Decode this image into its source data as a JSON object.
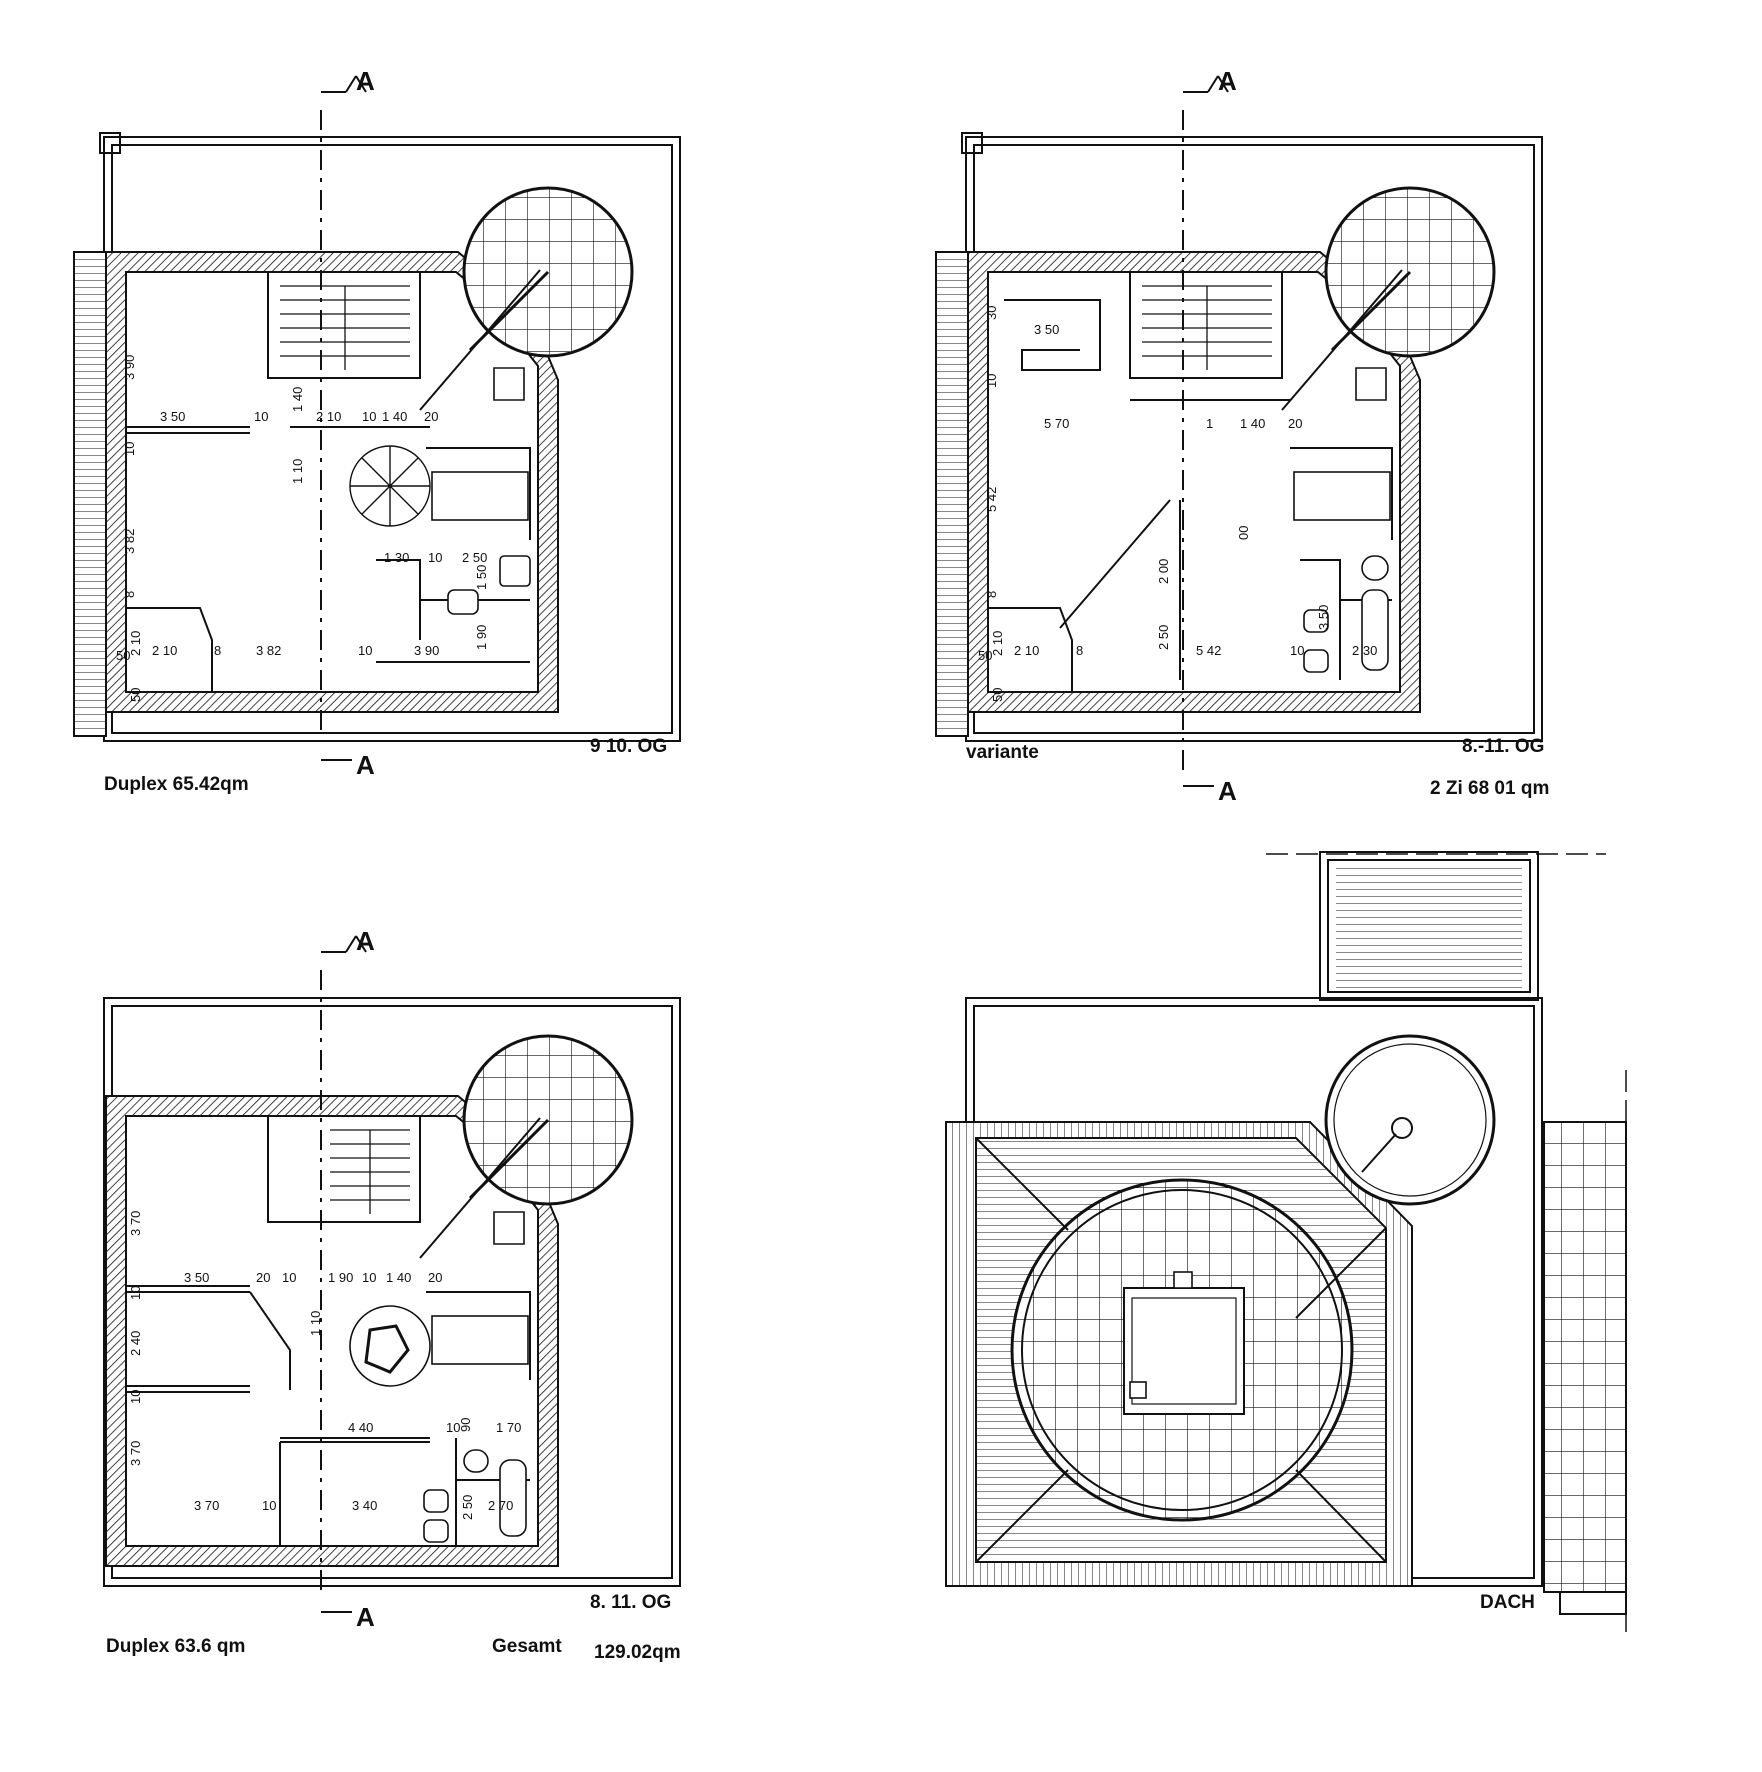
{
  "plans": [
    {
      "id": "p1",
      "floor_label": "9  10. OG",
      "area_label": "Duplex 65.42qm",
      "section_marks": [
        "A",
        "A"
      ],
      "dimensions": [
        "3 50",
        "1 40",
        "2 10",
        "10",
        "1 40",
        "20",
        "3 90",
        "10",
        "10",
        "1 10",
        "3 82",
        "1 30",
        "10",
        "2 50",
        "1 50",
        "8",
        "2 10",
        "2 10",
        "8",
        "3 82",
        "10",
        "3 90",
        "1 90",
        "50",
        "50"
      ]
    },
    {
      "id": "p2",
      "floor_label": "8.-11. OG",
      "variant_label": "variante",
      "area_label": "2 Zi  68 01 qm",
      "section_marks": [
        "A",
        "A"
      ],
      "dimensions": [
        "30",
        "3 50",
        "10",
        "5 70",
        "1",
        "1 40",
        "20",
        "5 42",
        "00",
        "2 00",
        "8",
        "2 10",
        "2 10",
        "8",
        "2 50",
        "5 42",
        "10",
        "2 30",
        "3 50",
        "50",
        "50"
      ]
    },
    {
      "id": "p3",
      "floor_label": "8. 11. OG",
      "area_label": "Duplex 63.6 qm",
      "total_label": "Gesamt",
      "total_value": "129.02qm",
      "section_marks": [
        "A",
        "A"
      ],
      "dimensions": [
        "3 70",
        "3 50",
        "20",
        "10",
        "1 90",
        "10",
        "1 40",
        "20",
        "10",
        "2 40",
        "1 10",
        "10",
        "4 40",
        "10",
        "90",
        "1 70",
        "3 70",
        "3 70",
        "10",
        "3 40",
        "2 50",
        "2 70"
      ]
    },
    {
      "id": "p4",
      "floor_label": "DACH"
    }
  ]
}
